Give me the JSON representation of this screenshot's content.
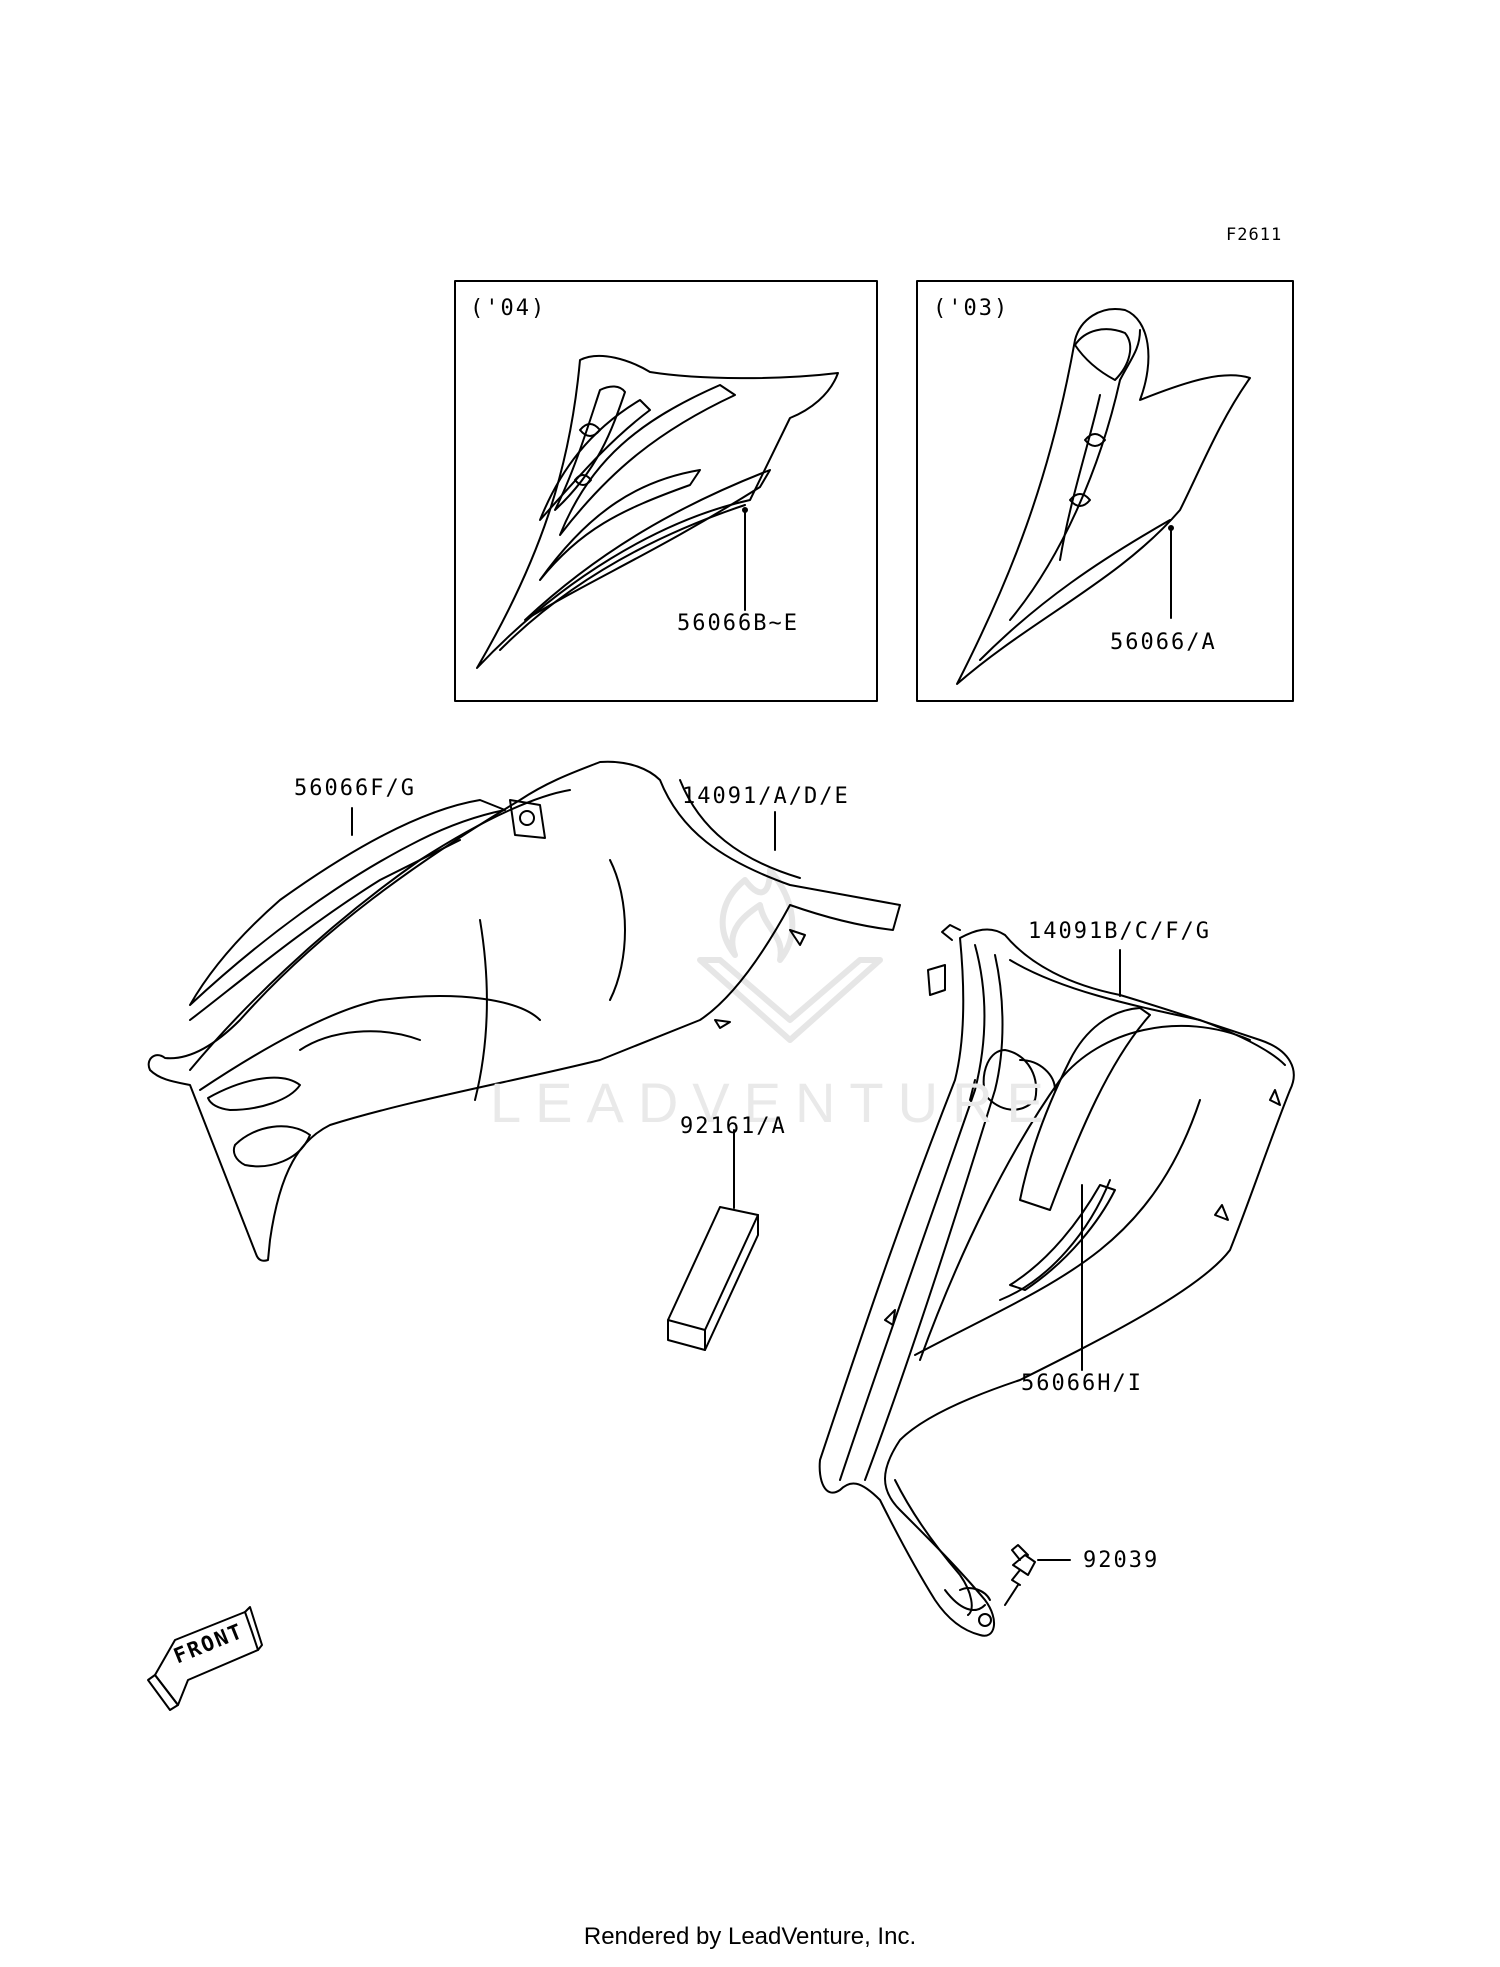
{
  "figure_code": "F2611",
  "insets": [
    {
      "year_label": "('04)",
      "part_label": "56066B~E"
    },
    {
      "year_label": "('03)",
      "part_label": "56066/A"
    }
  ],
  "callouts": {
    "left_decal": "56066F/G",
    "left_cover": "14091/A/D/E",
    "right_cover": "14091B/C/F/G",
    "pad": "92161/A",
    "right_decal": "56066H/I",
    "clip": "92039"
  },
  "front_marker": "FRONT",
  "watermark_text": "LEADVENTURE",
  "footer": "Rendered by LeadVenture, Inc."
}
